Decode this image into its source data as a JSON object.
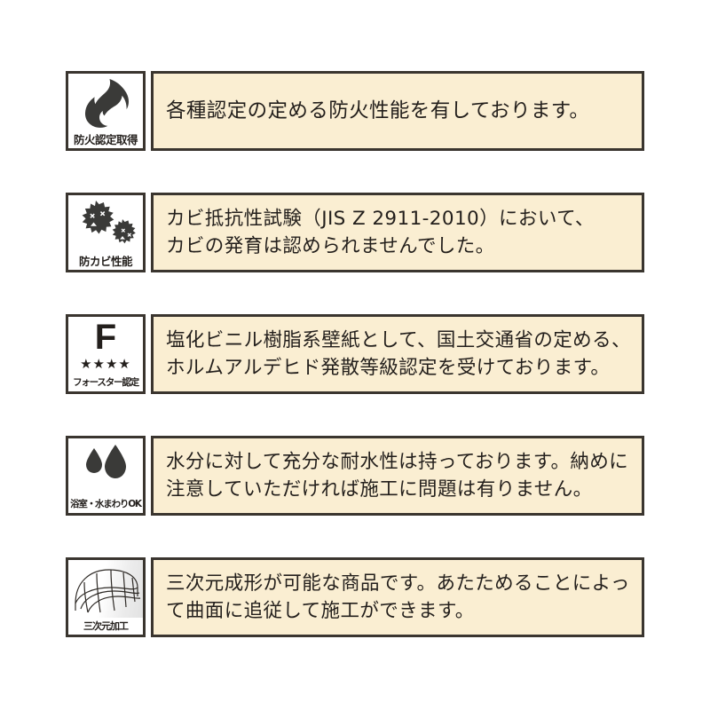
{
  "page": {
    "background_color": "#ffffff",
    "panel_color": "#faeed2",
    "border_color": "#3a352f",
    "text_color": "#231f1c"
  },
  "features": [
    {
      "icon_name": "flame-icon",
      "icon_caption": "防火認定取得",
      "lines": [
        "各種認定の定める防火性能を有しております。"
      ]
    },
    {
      "icon_name": "mold-spore-icon",
      "icon_caption": "防カビ性能",
      "lines": [
        "カビ抵抗性試験（JIS Z 2911-2010）において、",
        "カビの発育は認められませんでした。"
      ]
    },
    {
      "icon_name": "f-four-star-icon",
      "icon_caption": "フォースター認定",
      "f_letter": "F",
      "stars": "★★★★",
      "lines": [
        "塩化ビニル樹脂系壁紙として、国土交通省の定める、",
        "ホルムアルデヒド発散等級認定を受けております。"
      ]
    },
    {
      "icon_name": "water-drops-icon",
      "icon_caption": "浴室・水まわりOK",
      "lines": [
        "水分に対して充分な耐水性は持っております。納めに",
        "注意していただければ施工に問題は有りません。"
      ]
    },
    {
      "icon_name": "three-dimensional-mesh-icon",
      "icon_caption": "三次元加工",
      "lines": [
        "三次元成形が可能な商品です。あたためることによっ",
        "て曲面に追従して施工ができます。"
      ]
    }
  ]
}
